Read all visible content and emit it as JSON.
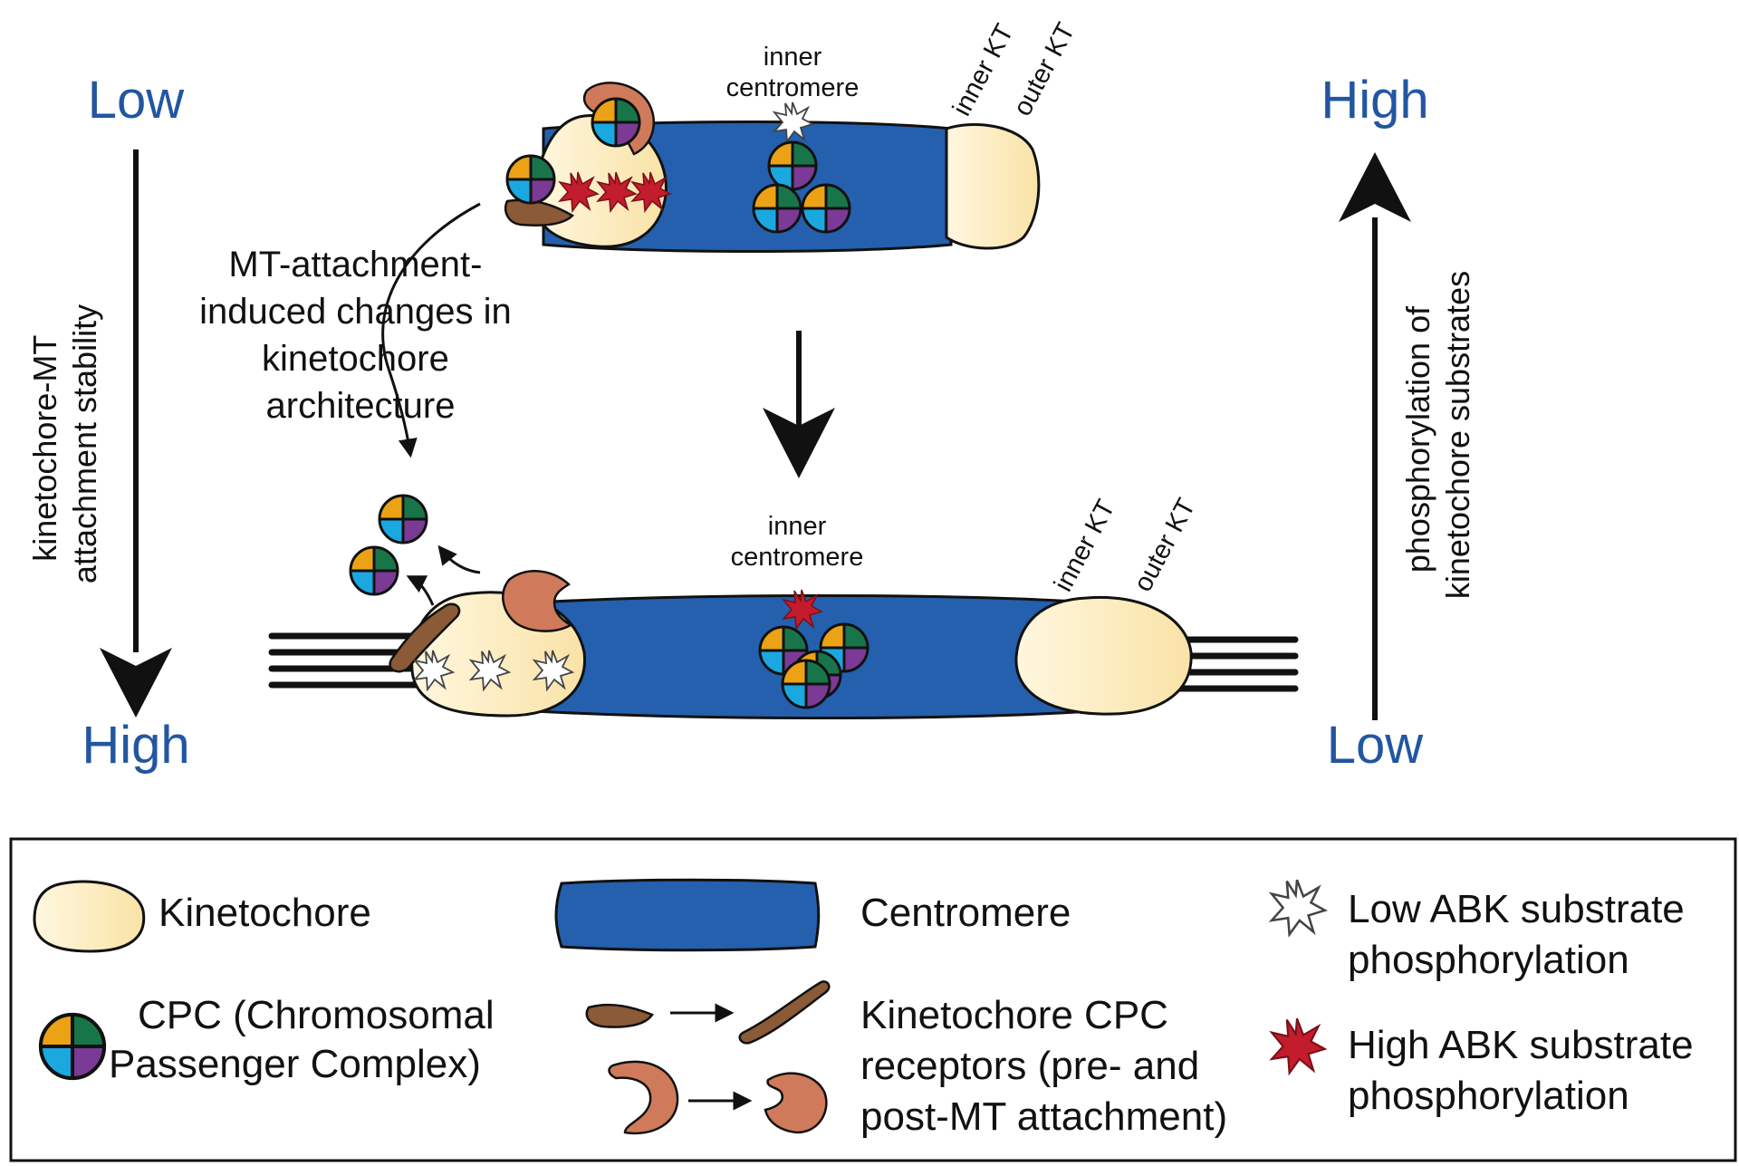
{
  "diagram": {
    "top_panel": {
      "inner_centromere": [
        "inner",
        "centromere"
      ],
      "inner_kt": "inner KT",
      "outer_kt": "outer KT"
    },
    "bottom_panel": {
      "inner_centromere": [
        "inner",
        "centromere"
      ],
      "inner_kt": "inner KT",
      "outer_kt": "outer KT"
    },
    "left_axis": {
      "top": "Low",
      "bottom": "High",
      "label": [
        "kinetochore-MT",
        "attachment stability"
      ]
    },
    "right_axis": {
      "top": "High",
      "bottom": "Low",
      "label": [
        "phosphorylation of",
        "kinetochore substrates"
      ]
    },
    "transition_caption": [
      "MT-attachment-",
      "induced changes in",
      "kinetochore",
      "architecture"
    ]
  },
  "legend": {
    "kinetochore": "Kinetochore",
    "centromere": "Centromere",
    "low_abk": [
      "Low ABK substrate",
      "phosphorylation"
    ],
    "cpc": [
      "CPC (Chromosomal",
      "Passenger Complex)"
    ],
    "receptors": [
      "Kinetochore CPC",
      "receptors (pre- and",
      "post-MT attachment)"
    ],
    "high_abk": [
      "High ABK substrate",
      "phosphorylation"
    ]
  },
  "colors": {
    "centromere": "#2460ad",
    "kinetochore": "#fdeec2",
    "axis_text": "#2256a0",
    "high_star": "#c31c2c",
    "low_star": "#ffffff",
    "cpc_orange": "#eba214",
    "cpc_green": "#18754a",
    "cpc_cyan": "#1ba8e0",
    "cpc_purple": "#7a3a95",
    "receptor_claw": "#cf7a5a",
    "receptor_stalk": "#8b5a36"
  }
}
